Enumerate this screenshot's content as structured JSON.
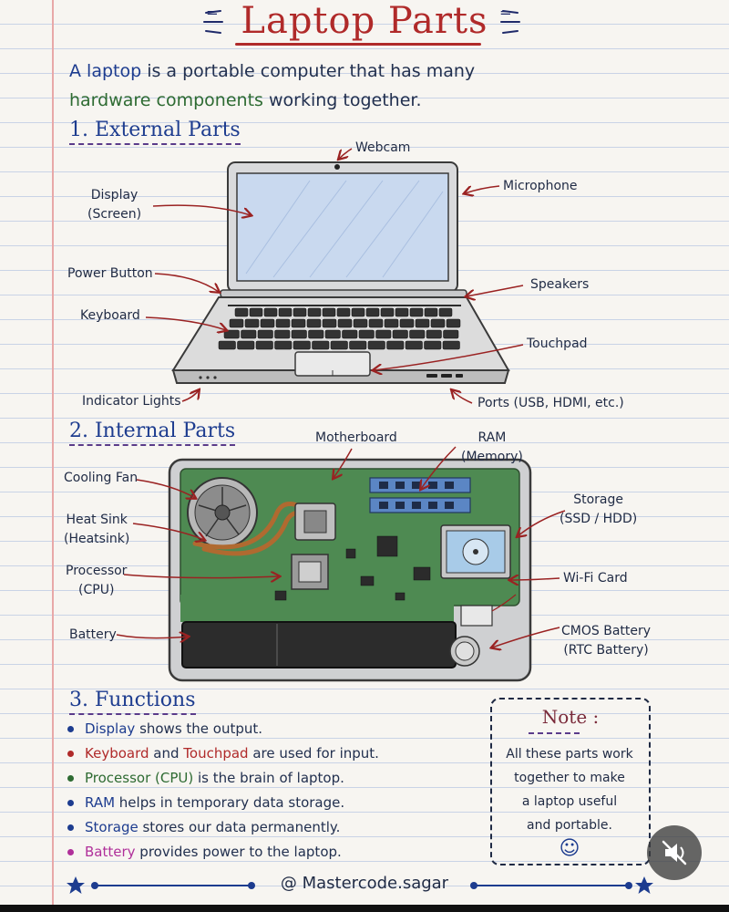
{
  "title": "Laptop Parts",
  "intro": {
    "line1": {
      "a": "A",
      "laptop": "laptop",
      "rest": "is a portable computer that has many"
    },
    "line2": {
      "hardware": "hardware",
      "components": "components",
      "rest": "working together."
    }
  },
  "sections": {
    "external": "1. External Parts",
    "internal": "2. Internal Parts",
    "functions": "3. Functions"
  },
  "external_labels": {
    "webcam": "Webcam",
    "display_1": "Display",
    "display_2": "(Screen)",
    "microphone": "Microphone",
    "power_button": "Power Button",
    "speakers": "Speakers",
    "keyboard": "Keyboard",
    "touchpad": "Touchpad",
    "indicator_lights": "Indicator Lights",
    "ports": "Ports (USB, HDMI, etc.)"
  },
  "internal_labels": {
    "motherboard": "Motherboard",
    "ram_1": "RAM",
    "ram_2": "(Memory)",
    "cooling_fan": "Cooling Fan",
    "heat_sink_1": "Heat Sink",
    "heat_sink_2": "(Heatsink)",
    "storage_1": "Storage",
    "storage_2": "(SSD / HDD)",
    "processor_1": "Processor",
    "processor_2": "(CPU)",
    "wifi_card": "Wi-Fi Card",
    "battery": "Battery",
    "cmos_1": "CMOS Battery",
    "cmos_2": "(RTC Battery)"
  },
  "functions": [
    {
      "parts": [
        {
          "text": "Display",
          "color": "#1d3c8f"
        }
      ],
      "rest": "shows the output.",
      "dot": "#1d3c8f"
    },
    {
      "parts": [
        {
          "text": "Keyboard",
          "color": "#b02a2a"
        },
        {
          "text": "and",
          "color": "#22304f"
        },
        {
          "text": "Touchpad",
          "color": "#b02a2a"
        }
      ],
      "rest": "are used for input.",
      "dot": "#b02a2a"
    },
    {
      "parts": [
        {
          "text": "Processor (CPU)",
          "color": "#2e6b32"
        }
      ],
      "rest": "is the brain of laptop.",
      "dot": "#2e6b32"
    },
    {
      "parts": [
        {
          "text": "RAM",
          "color": "#1d3c8f"
        }
      ],
      "rest": "helps in temporary data storage.",
      "dot": "#1d3c8f"
    },
    {
      "parts": [
        {
          "text": "Storage",
          "color": "#1d3c8f"
        }
      ],
      "rest": "stores our data permanently.",
      "dot": "#1d3c8f"
    },
    {
      "parts": [
        {
          "text": "Battery",
          "color": "#b0309a"
        }
      ],
      "rest": "provides power to the laptop.",
      "dot": "#b0309a"
    }
  ],
  "note": {
    "title": "Note :",
    "text_1": "All these parts work",
    "text_2": "together to make",
    "text_3": "a laptop useful",
    "text_4": "and portable.",
    "smiley": "☺"
  },
  "footer": "@ Mastercode.sagar",
  "icons": {
    "mute": "speaker-muted-icon",
    "star": "star-icon",
    "smiley": "smiley-icon"
  }
}
